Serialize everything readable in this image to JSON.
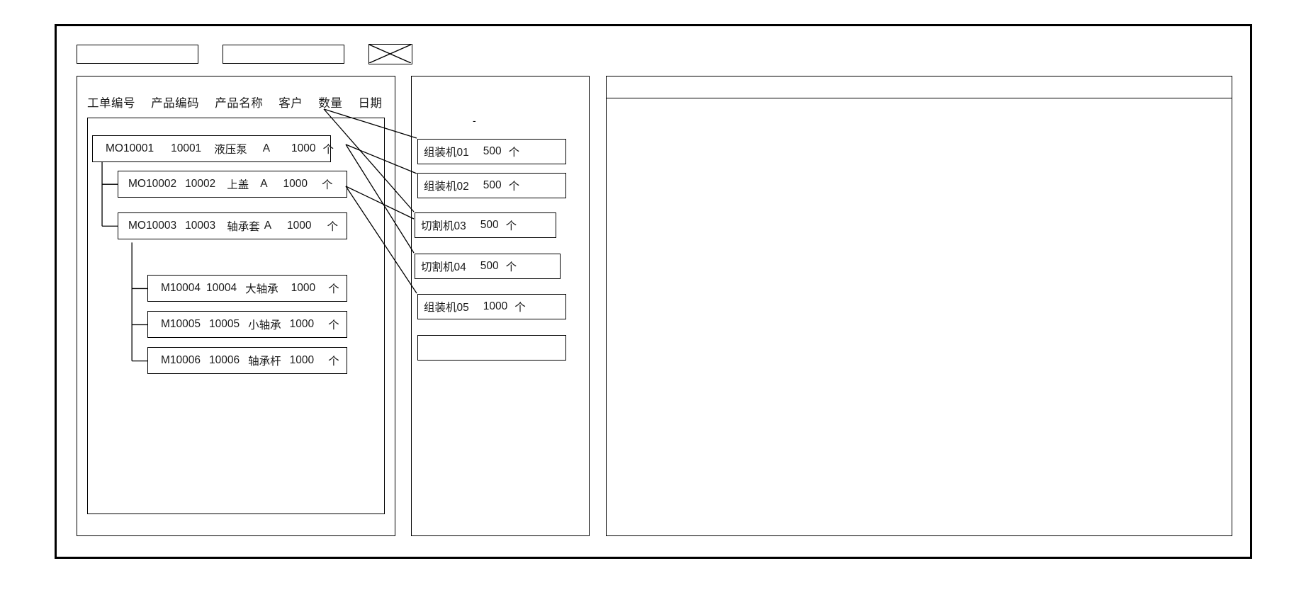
{
  "window": {
    "title": ""
  },
  "toolbar": {
    "field1_value": "",
    "field1_placeholder": "",
    "field2_value": "",
    "field2_placeholder": "",
    "placeholder_icon": "crossed-box-icon"
  },
  "left_panel": {
    "columns": [
      "工单编号",
      "产品编码",
      "产品名称",
      "客户",
      "数量",
      "日期"
    ],
    "rows": [
      {
        "order_no": "MO10001",
        "product_code": "10001",
        "product_name": "液压泵",
        "customer": "A",
        "qty": "1000",
        "unit": "个",
        "level": 0
      },
      {
        "order_no": "MO10002",
        "product_code": "10002",
        "product_name": "上盖",
        "customer": "A",
        "qty": "1000",
        "unit": "个",
        "level": 1
      },
      {
        "order_no": "MO10003",
        "product_code": "10003",
        "product_name": "轴承套",
        "customer": "A",
        "qty": "1000",
        "unit": "个",
        "level": 1
      },
      {
        "order_no": "M10004",
        "product_code": "10004",
        "product_name": "大轴承",
        "customer": "",
        "qty": "1000",
        "unit": "个",
        "level": 2
      },
      {
        "order_no": "M10005",
        "product_code": "10005",
        "product_name": "小轴承",
        "customer": "",
        "qty": "1000",
        "unit": "个",
        "level": 2
      },
      {
        "order_no": "M10006",
        "product_code": "10006",
        "product_name": "轴承杆",
        "customer": "",
        "qty": "1000",
        "unit": "个",
        "level": 2
      }
    ]
  },
  "middle_panel": {
    "marker": "-",
    "machines": [
      {
        "name": "组装机01",
        "qty": "500",
        "unit": "个"
      },
      {
        "name": "组装机02",
        "qty": "500",
        "unit": "个"
      },
      {
        "name": "切割机03",
        "qty": "500",
        "unit": "个"
      },
      {
        "name": "切割机04",
        "qty": "500",
        "unit": "个"
      },
      {
        "name": "组装机05",
        "qty": "1000",
        "unit": "个"
      },
      {
        "name": "",
        "qty": "",
        "unit": ""
      }
    ]
  },
  "right_panel": {
    "header_text": "",
    "body_text": ""
  },
  "colors": {
    "stroke": "#000000",
    "background": "#ffffff",
    "text": "#1a1a1a"
  }
}
